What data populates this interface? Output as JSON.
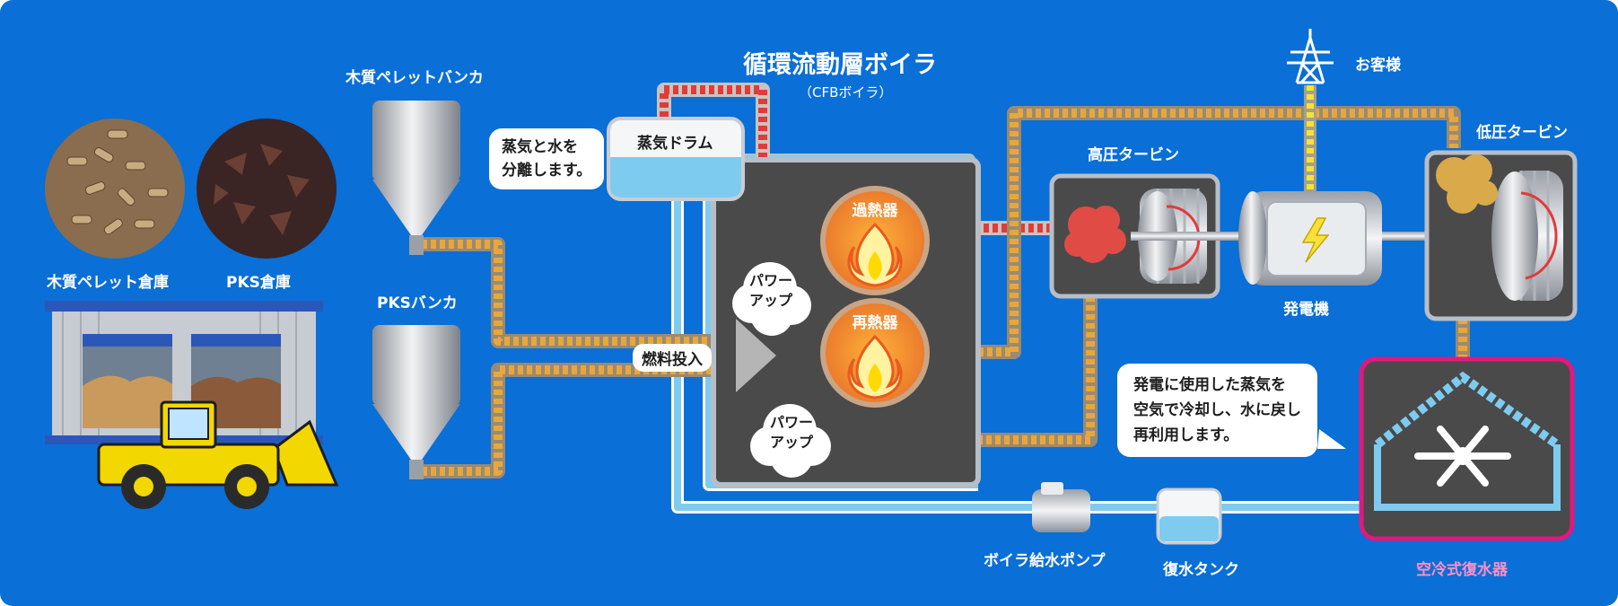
{
  "title": {
    "main": "循環流動層ボイラ",
    "sub": "（CFBボイラ）"
  },
  "storage": {
    "wood": "木質ペレット倉庫",
    "pks": "PKS倉庫"
  },
  "hoppers": {
    "wood": "木質ペレットバンカ",
    "pks": "PKSバンカ"
  },
  "fuel_input": "燃料投入",
  "drum": {
    "label": "蒸気ドラム",
    "note_line1": "蒸気と水を",
    "note_line2": "分離します。"
  },
  "superheater": "過熱器",
  "reheater": "再熱器",
  "power_up": [
    "パワー\nアップ",
    "パワー\nアップ"
  ],
  "hp_turbine": "高圧タービン",
  "lp_turbine": "低圧タービン",
  "generator": "発電機",
  "customer": "お客様",
  "condenser": "空冷式復水器",
  "pump": "ボイラ給水ポンプ",
  "tank": "復水タンク",
  "condenser_note": [
    "発電に使用した蒸気を",
    "空気で冷却し、水に戻し",
    "再利用します。"
  ],
  "colors": {
    "background": "#0a6fd6",
    "steam_pipe": "#e23a3a",
    "fuel_pipe": "#e8a73c",
    "water_pipe": "#7ecbf0",
    "power_line": "#f7e23a",
    "condenser_frame": "#e0197d"
  },
  "icons": [
    "wood-pellet-icon",
    "pks-shell-icon",
    "warehouse-icon",
    "wheel-loader-icon",
    "flame-icon",
    "lightning-icon",
    "transmission-tower-icon",
    "fan-icon"
  ]
}
